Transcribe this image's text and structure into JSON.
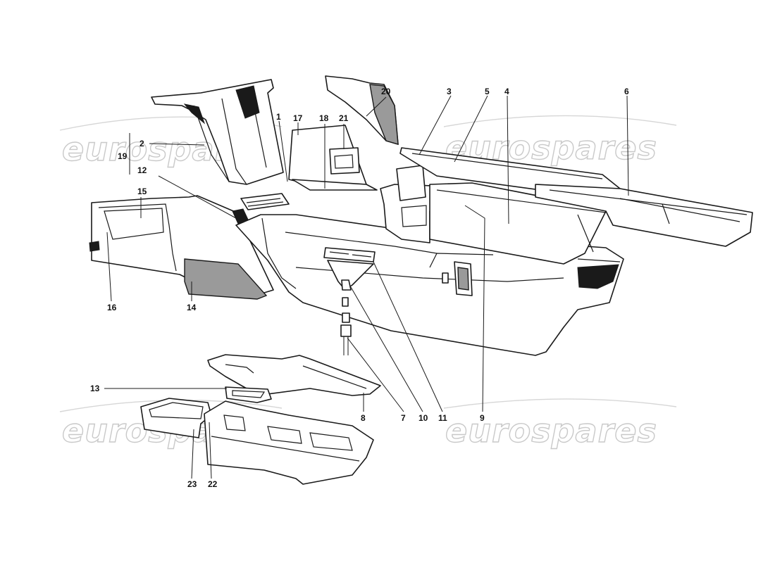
{
  "watermark": {
    "text": "eurospares",
    "color": "#c9c9c9"
  },
  "callouts": [
    {
      "id": "1",
      "label": "1"
    },
    {
      "id": "2",
      "label": "2"
    },
    {
      "id": "3",
      "label": "3"
    },
    {
      "id": "4",
      "label": "4"
    },
    {
      "id": "5",
      "label": "5"
    },
    {
      "id": "6",
      "label": "6"
    },
    {
      "id": "7",
      "label": "7"
    },
    {
      "id": "8",
      "label": "8"
    },
    {
      "id": "9",
      "label": "9"
    },
    {
      "id": "10",
      "label": "10"
    },
    {
      "id": "11",
      "label": "11"
    },
    {
      "id": "12",
      "label": "12"
    },
    {
      "id": "13",
      "label": "13"
    },
    {
      "id": "14",
      "label": "14"
    },
    {
      "id": "15",
      "label": "15"
    },
    {
      "id": "16",
      "label": "16"
    },
    {
      "id": "17",
      "label": "17"
    },
    {
      "id": "18",
      "label": "18"
    },
    {
      "id": "19",
      "label": "19"
    },
    {
      "id": "20",
      "label": "20"
    },
    {
      "id": "21",
      "label": "21"
    },
    {
      "id": "22",
      "label": "22"
    },
    {
      "id": "23",
      "label": "23"
    }
  ]
}
